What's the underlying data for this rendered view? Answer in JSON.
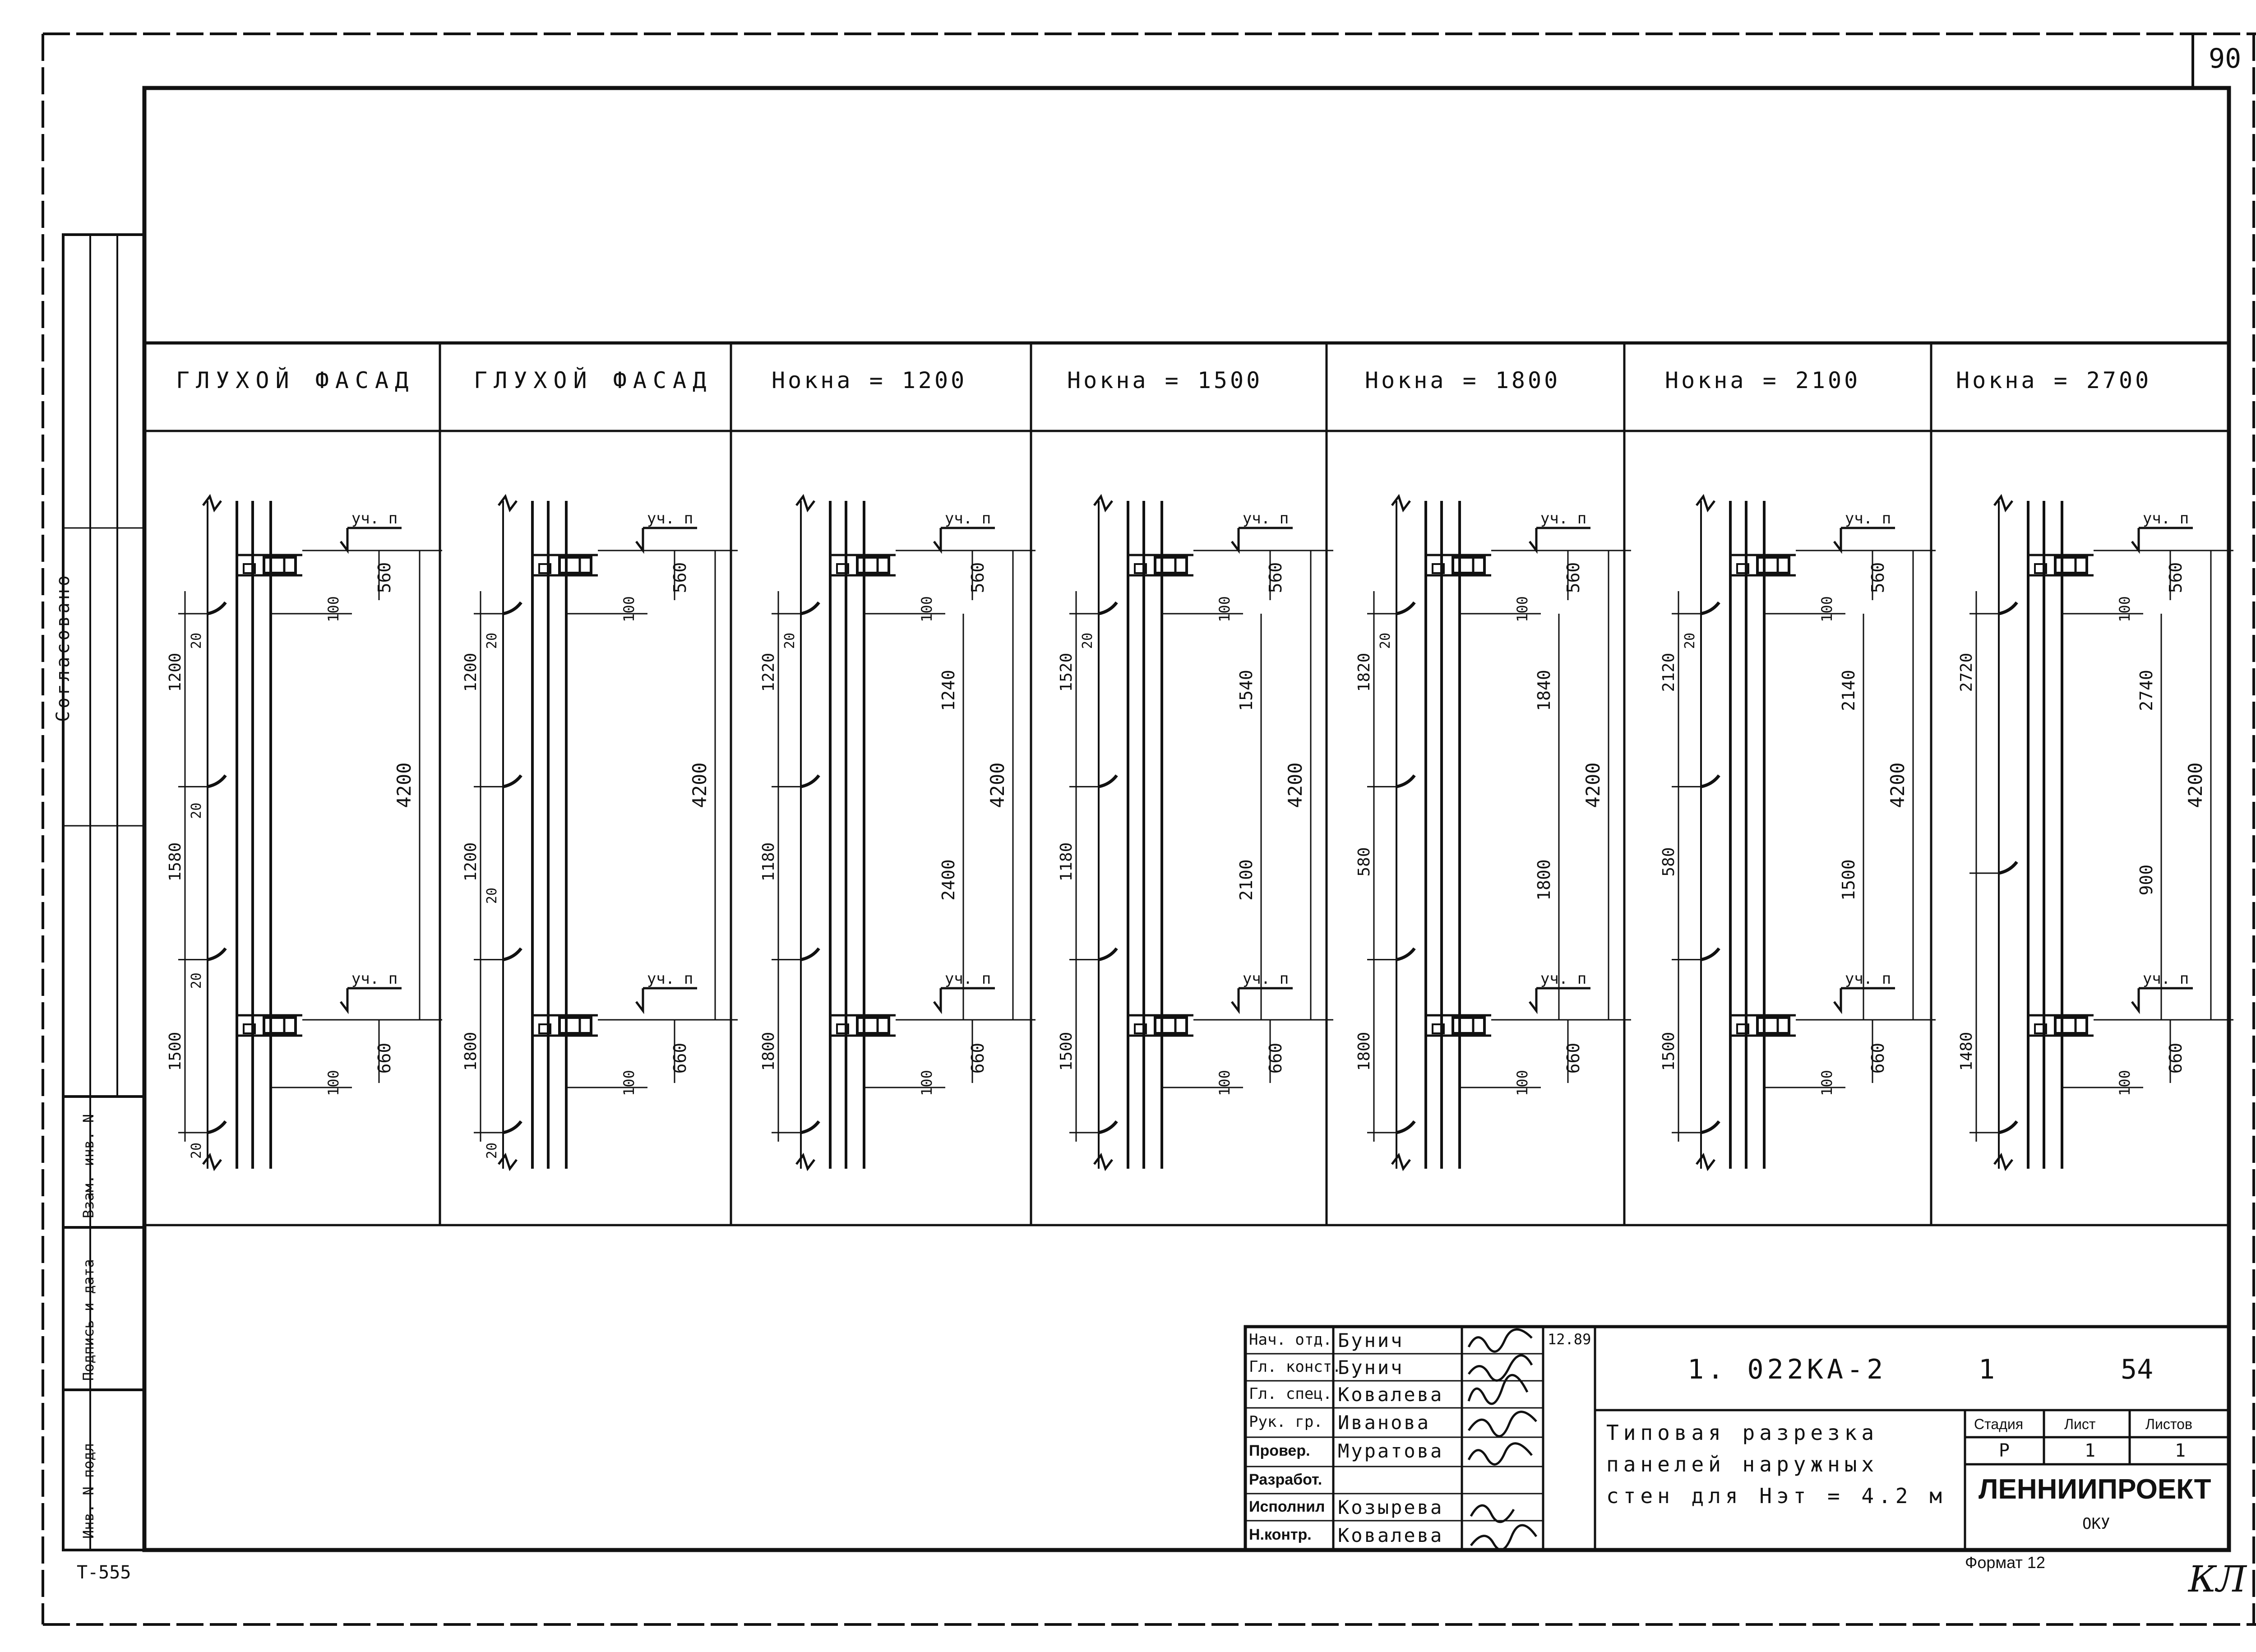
{
  "sheet_number": "90",
  "side_panel": {
    "approval_label": "Согласовано",
    "labels": [
      "Взам. инв. N",
      "Подпись и дата",
      "Инв. N подл"
    ]
  },
  "column_headers": [
    "ГЛУХОЙ ФАСАД",
    "ГЛУХОЙ ФАСАД",
    "Hокна = 1200",
    "Hокна = 1500",
    "Hокна = 1800",
    "Hокна = 2100",
    "Hокна = 2700"
  ],
  "sections": [
    {
      "level_mark_top": "уч. п",
      "level_mark_bottom": "уч. п",
      "top_dim": "560",
      "bottom_dim": "660",
      "total_dim": "4200",
      "small_dims": [
        "100",
        "100"
      ],
      "segments": [
        "1200",
        "1580",
        "1500"
      ],
      "gaps": [
        "20",
        "20",
        "20",
        "20"
      ]
    },
    {
      "level_mark_top": "уч. п",
      "level_mark_bottom": "уч. п",
      "top_dim": "560",
      "bottom_dim": "660",
      "total_dim": "4200",
      "small_dims": [
        "100",
        "100"
      ],
      "segments": [
        "1200",
        "1200",
        "1800"
      ],
      "gaps": [
        "20",
        "20",
        "20"
      ]
    },
    {
      "level_mark_top": "уч. п",
      "level_mark_bottom": "уч. п",
      "top_dim": "560",
      "bottom_dim": "660",
      "total_dim": "4200",
      "small_dims": [
        "100",
        "100"
      ],
      "segments": [
        "1220",
        "1180",
        "1800"
      ],
      "gaps": [
        "20"
      ],
      "inner_dims": [
        "1240",
        "2400"
      ]
    },
    {
      "level_mark_top": "уч. п",
      "level_mark_bottom": "уч. п",
      "top_dim": "560",
      "bottom_dim": "660",
      "total_dim": "4200",
      "small_dims": [
        "100",
        "100"
      ],
      "segments": [
        "1520",
        "1180",
        "1500"
      ],
      "gaps": [
        "20"
      ],
      "inner_dims": [
        "1540",
        "2100"
      ]
    },
    {
      "level_mark_top": "уч. п",
      "level_mark_bottom": "уч. п",
      "top_dim": "560",
      "bottom_dim": "660",
      "total_dim": "4200",
      "small_dims": [
        "100",
        "100"
      ],
      "segments": [
        "1820",
        "580",
        "1800"
      ],
      "gaps": [
        "20"
      ],
      "inner_dims": [
        "1840",
        "1800"
      ]
    },
    {
      "level_mark_top": "уч. п",
      "level_mark_bottom": "уч. п",
      "top_dim": "560",
      "bottom_dim": "660",
      "total_dim": "4200",
      "small_dims": [
        "100",
        "100"
      ],
      "segments": [
        "2120",
        "580",
        "1500"
      ],
      "gaps": [
        "20"
      ],
      "inner_dims": [
        "2140",
        "1500"
      ]
    },
    {
      "level_mark_top": "уч. п",
      "level_mark_bottom": "уч. п",
      "top_dim": "560",
      "bottom_dim": "660",
      "total_dim": "4200",
      "small_dims": [
        "100",
        "100"
      ],
      "segments": [
        "2720",
        "1480"
      ],
      "gaps": [],
      "inner_dims": [
        "2740",
        "900"
      ]
    }
  ],
  "title_block": {
    "date": "12.89",
    "roles": [
      {
        "role": "Нач. отд.",
        "name": "Бунич"
      },
      {
        "role": "Гл. конст.",
        "name": "Бунич"
      },
      {
        "role": "Гл. спец.",
        "name": "Ковалева"
      },
      {
        "role": "Рук. гр.",
        "name": "Иванова"
      },
      {
        "role": "Провер.",
        "name": "Муратова"
      },
      {
        "role": "Разработ.",
        "name": ""
      },
      {
        "role": "Исполнил",
        "name": "Козырева"
      },
      {
        "role": "Н.контр.",
        "name": "Ковалева"
      }
    ],
    "document_code": "1. 022КА-2",
    "issue": "1",
    "page": "54",
    "title": "Типовая разрезка панелей наружных стен для Нэт = 4.2 м",
    "stage_header": "Стадия",
    "sheet_header": "Лист",
    "sheets_header": "Листов",
    "stage": "Р",
    "sheet": "1",
    "sheets": "1",
    "organization": "ЛЕННИИПРОЕКТ",
    "department": "ОКУ"
  },
  "format_label": "Формат 12",
  "corner_note": "Т-555",
  "initials": "КЛ"
}
